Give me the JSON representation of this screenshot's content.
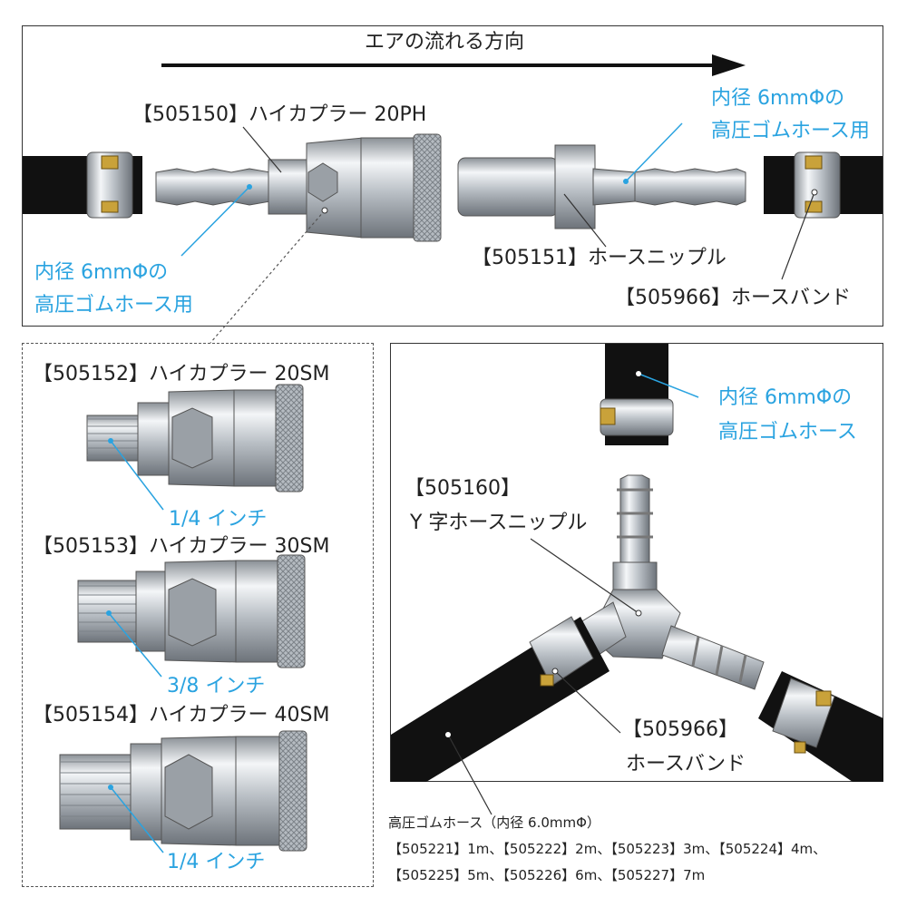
{
  "colors": {
    "accent_blue": "#2aa3e0",
    "hose_black": "#111111",
    "chrome": "#c8ccd0",
    "outline": "#333333"
  },
  "top_panel": {
    "arrow_label": "エアの流れる方向",
    "coupler_20ph": "【505150】ハイカプラー 20PH",
    "inner_dia_right": [
      "内径 6mmΦの",
      "高圧ゴムホース用"
    ],
    "inner_dia_left": [
      "内径 6mmΦの",
      "高圧ゴムホース用"
    ],
    "hose_nipple": "【505151】ホースニップル",
    "hose_band": "【505966】ホースバンド"
  },
  "left_panel": {
    "c20sm": "【505152】ハイカプラー 20SM",
    "c20sm_size": "1/4 インチ",
    "c30sm": "【505153】ハイカプラー 30SM",
    "c30sm_size": "3/8 インチ",
    "c40sm": "【505154】ハイカプラー 40SM",
    "c40sm_size": "1/4 インチ"
  },
  "right_panel": {
    "hose_label": [
      "内径 6mmΦの",
      "高圧ゴムホース"
    ],
    "y_code": "【505160】",
    "y_name": "Y 字ホースニップル",
    "band_code": "【505966】",
    "band_name": "ホースバンド"
  },
  "footer": {
    "title": "高圧ゴムホース（内径 6.0mmΦ）",
    "line1": "【505221】1m、【505222】2m、【505223】3m、【505224】4m、",
    "line2": "【505225】5m、【505226】6m、【505227】7m"
  }
}
